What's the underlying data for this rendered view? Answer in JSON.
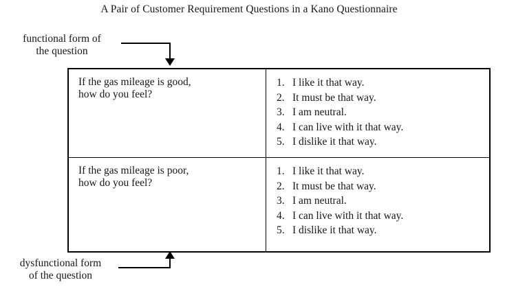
{
  "title": "A Pair of Customer Requirement Questions in a Kano Questionnaire",
  "annotations": {
    "functional_label": "functional form of\nthe question",
    "dysfunctional_label": "dysfunctional form\nof the question",
    "functional_arrow_icon": "arrow-down-icon",
    "dysfunctional_arrow_icon": "arrow-up-icon"
  },
  "table": {
    "rows": [
      {
        "question": "If the gas mileage is good,\nhow do you feel?",
        "answers": [
          {
            "number": "1.",
            "text": "I like it that way."
          },
          {
            "number": "2.",
            "text": "It must be that way."
          },
          {
            "number": "3.",
            "text": "I am neutral."
          },
          {
            "number": "4.",
            "text": "I can live with it that way."
          },
          {
            "number": "5.",
            "text": "I dislike it that way."
          }
        ]
      },
      {
        "question": "If the gas mileage is poor,\nhow do you feel?",
        "answers": [
          {
            "number": "1.",
            "text": "I like it that way."
          },
          {
            "number": "2.",
            "text": "It must be that way."
          },
          {
            "number": "3.",
            "text": "I am neutral."
          },
          {
            "number": "4.",
            "text": "I can live with it that way."
          },
          {
            "number": "5.",
            "text": "I dislike it that way."
          }
        ]
      }
    ]
  },
  "colors": {
    "ink": "#16161e",
    "rule": "#000000",
    "background": "#ffffff"
  }
}
